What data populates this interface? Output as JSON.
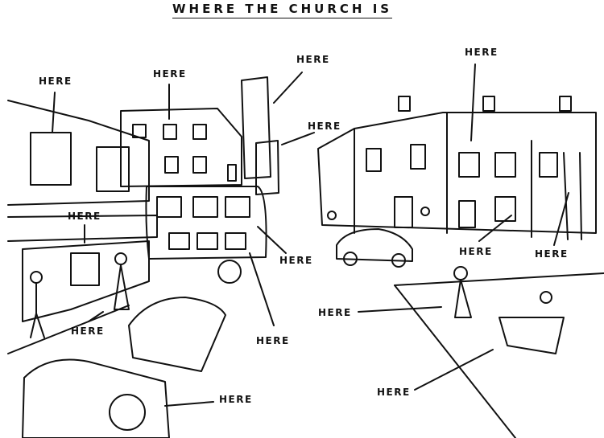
{
  "title": "WHERE THE CHURCH IS",
  "labels": [
    "HERE",
    "HERE",
    "HERE",
    "HERE",
    "HERE",
    "HERE",
    "HERE",
    "HERE",
    "HERE",
    "HERE",
    "HERE",
    "HERE",
    "HERE",
    "HERE"
  ]
}
